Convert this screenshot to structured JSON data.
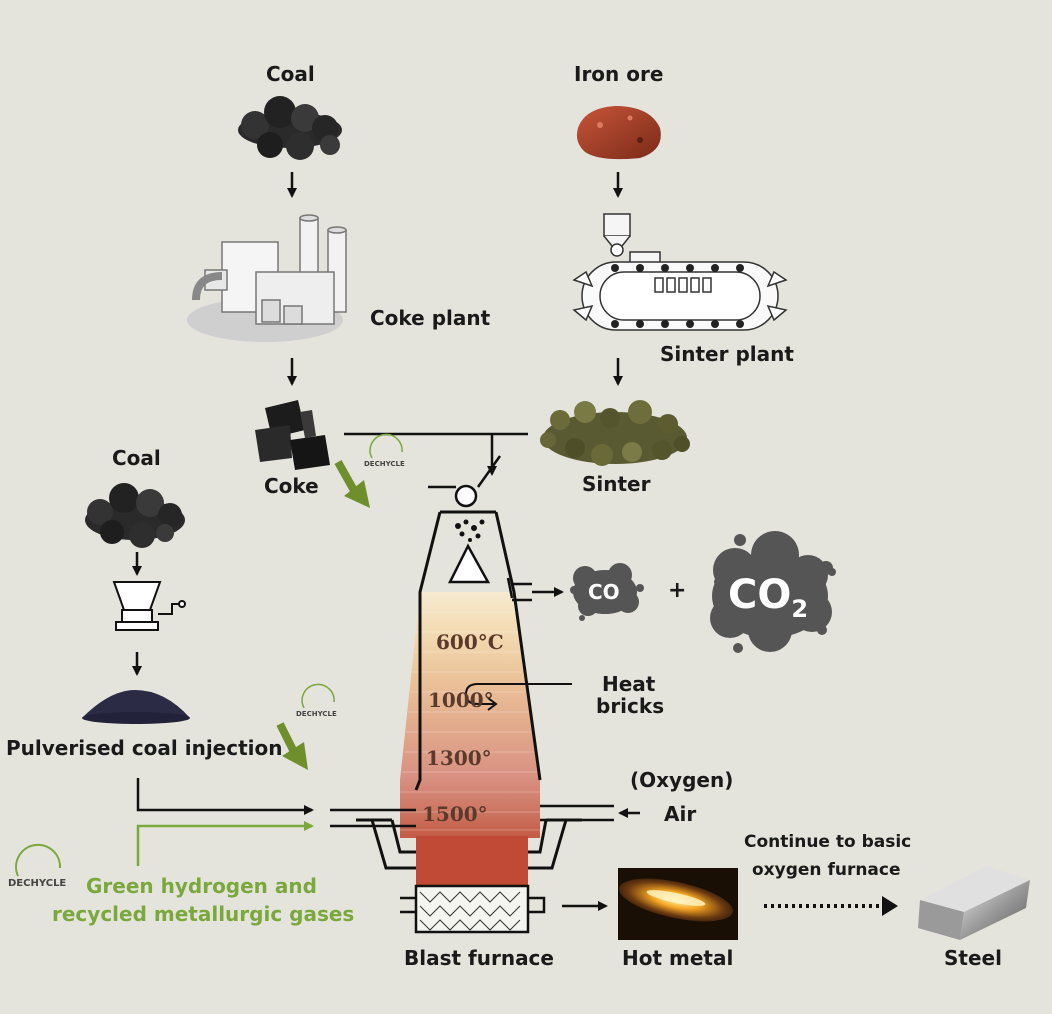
{
  "labels": {
    "coal_top": "Coal",
    "iron_ore": "Iron ore",
    "coke_plant": "Coke plant",
    "sinter_plant": "Sinter plant",
    "coke": "Coke",
    "sinter": "Sinter",
    "coal_left": "Coal",
    "pci": "Pulverised coal injection",
    "green_line1": "Green hydrogen and",
    "green_line2": "recycled metallurgic gases",
    "heat_bricks_1": "Heat",
    "heat_bricks_2": "bricks",
    "oxygen": "(Oxygen)",
    "air": "Air",
    "continue_1": "Continue to basic",
    "continue_2": "oxygen furnace",
    "blast_furnace": "Blast furnace",
    "hot_metal": "Hot metal",
    "steel": "Steel",
    "co": "CO",
    "plus": "+",
    "co2_main": "CO",
    "co2_sub": "2"
  },
  "temperatures": [
    "600°C",
    "1000°",
    "1300°",
    "1500°"
  ],
  "logo_text": "DECHYCLE",
  "colors": {
    "background": "#e4e4dc",
    "green_accent": "#7aa83c",
    "arrow_green": "#6e8f2c",
    "gas_cloud": "#555555",
    "line": "#111111"
  }
}
